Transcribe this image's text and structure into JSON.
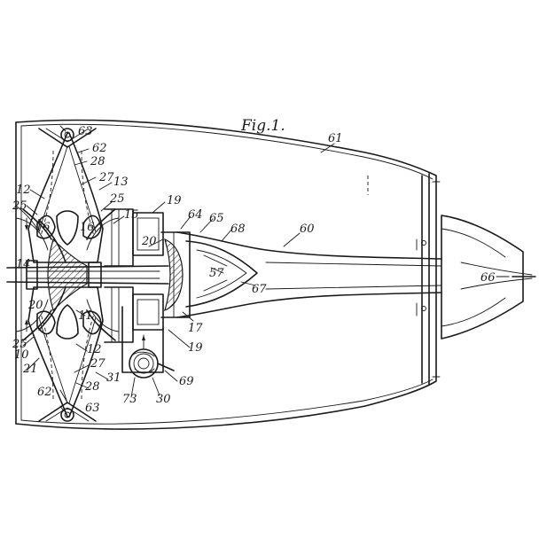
{
  "figure": {
    "title": "Fig.1."
  },
  "refs": {
    "r60": "60",
    "r61": "61",
    "r63_top": "63",
    "r63_bot": "63",
    "r62_top": "62",
    "r62_bot": "62",
    "r28_top": "28",
    "r28_bot": "28",
    "r27_top": "27",
    "r27_bot": "27",
    "r13": "13",
    "r12_top": "12",
    "r12_bot": "12",
    "r25_tl": "25",
    "r25_tr": "25",
    "r25_bl": "25",
    "r16_l": "16",
    "r16_r": "16",
    "r15": "15",
    "r19_top": "19",
    "r19_bot": "19",
    "r20_r": "20",
    "r20_l": "20",
    "r14": "14",
    "r64": "64",
    "r65": "65",
    "r68": "68",
    "r67": "67",
    "r57": "57",
    "r17": "17",
    "r11": "11",
    "r10": "10",
    "r21": "21",
    "r31": "31",
    "r69": "69",
    "r73": "73",
    "r30": "30",
    "r66": "66"
  }
}
